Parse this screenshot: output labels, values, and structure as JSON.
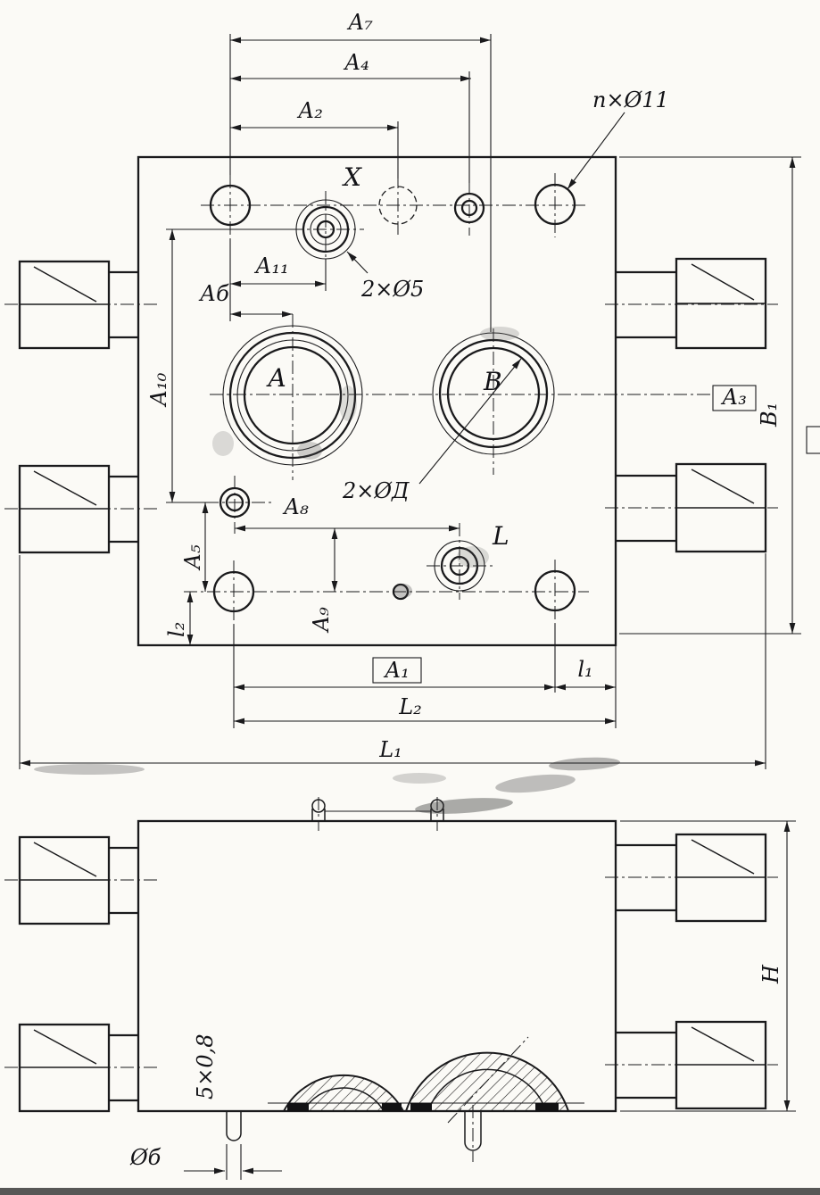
{
  "drawing": {
    "labels": {
      "dim_a7": "А₇",
      "dim_a4": "А₄",
      "dim_a2": "А₂",
      "dim_a11": "А₁₁",
      "dim_ab": "Аб",
      "dim_a10": "А₁₀",
      "dim_a8": "А₈",
      "dim_a5": "А₅",
      "dim_a9": "А₉",
      "dim_l2": "l₂",
      "dim_l1": "l₁",
      "dim_L2": "L₂",
      "dim_L1": "L₁",
      "dim_b1": "В₁",
      "dim_h": "Н",
      "datum_a1": "А₁",
      "datum_a3": "А₃",
      "note_holes": "п×Ø11",
      "note_2xo5": "2×Ø5",
      "note_2xod": "2×ØД",
      "note_diam_b": "Øб",
      "note_chamfer": "5×0,8",
      "port_x": "Х",
      "port_a": "А",
      "port_b": "В",
      "port_l": "L"
    }
  }
}
